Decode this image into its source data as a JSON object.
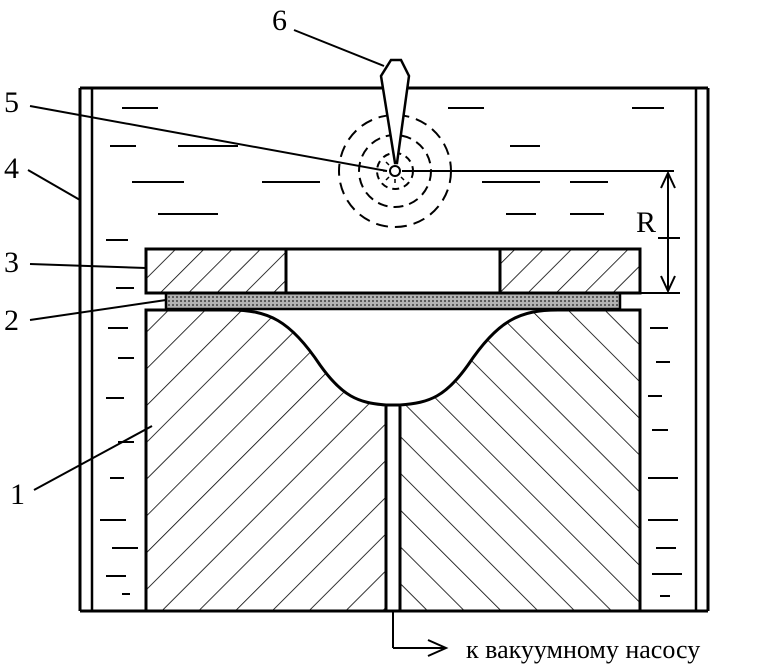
{
  "callouts": {
    "die": "1",
    "blank": "2",
    "clamp_ring": "3",
    "tank": "4",
    "charge": "5",
    "detonator": "6"
  },
  "standoff_label": "R",
  "outlet_label": "к вакуумному насосу"
}
